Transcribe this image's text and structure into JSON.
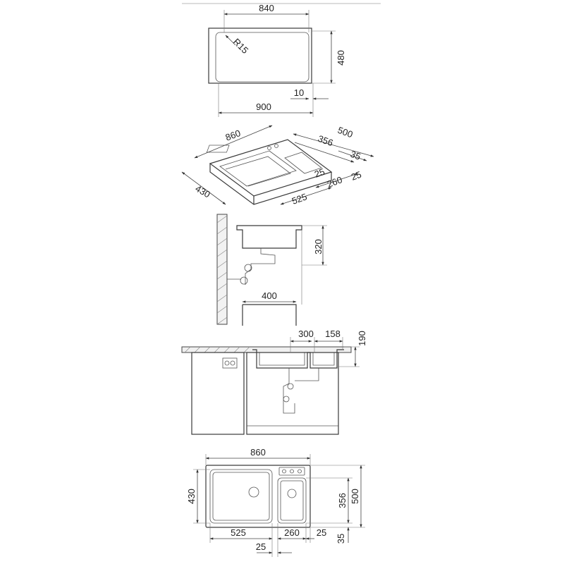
{
  "top_view": {
    "width_label": "840",
    "radius_label": "R15",
    "height_label": "480",
    "offset_label": "10",
    "outer_width_label": "900"
  },
  "iso_view": {
    "length_label": "860",
    "depth_label": "500",
    "small_depth_label": "356",
    "margin_label_a": "35",
    "bowl_gap_label": "25",
    "margin_label_b": "25",
    "front_depth_label": "430",
    "big_bowl_label": "525",
    "small_bowl_label": "260"
  },
  "side_view": {
    "height_label": "320",
    "width_label": "400"
  },
  "front_view": {
    "label_300": "300",
    "label_158": "158",
    "label_190": "190"
  },
  "plan_view": {
    "width_label": "860",
    "depth_label": "430",
    "small_depth_label": "356",
    "total_depth_label": "500",
    "big_bowl_label": "525",
    "small_bowl_label": "260",
    "right_margin_label": "25",
    "bottom_margin_label": "35",
    "gap_label": "25"
  }
}
